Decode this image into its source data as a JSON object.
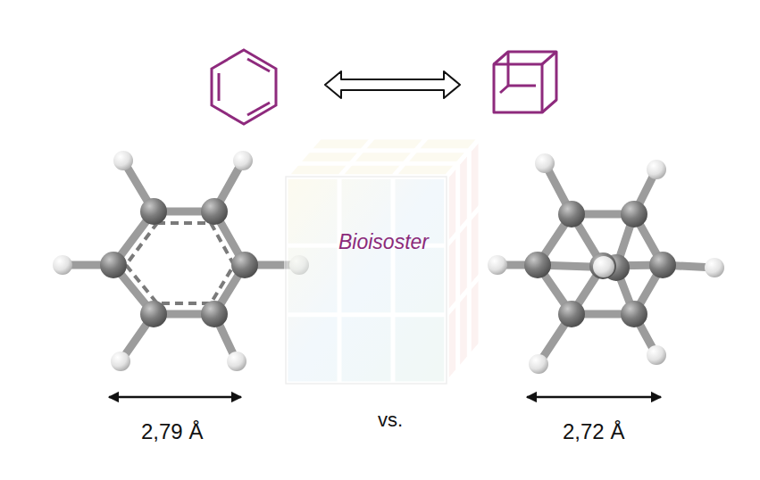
{
  "diagram": {
    "nodes": [
      {
        "text": [
          "Bioisoster"
        ]
      }
    ],
    "labels": [
      "2,79 Å",
      "vs.",
      "2,72 Å"
    ]
  }
}
